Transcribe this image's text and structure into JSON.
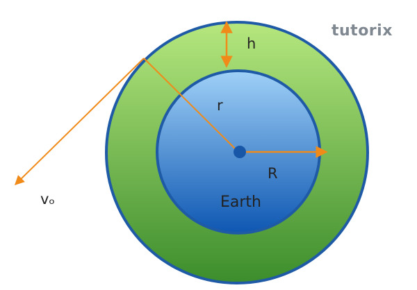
{
  "labels": {
    "height": "h",
    "orbit_radius": "r",
    "earth_radius": "R",
    "velocity": "vₒ",
    "earth": "Earth"
  },
  "brand": {
    "name": "tutorix"
  },
  "colors": {
    "outer_fill_top": "#b6e77e",
    "outer_fill_bottom": "#3c8d2c",
    "outer_stroke": "#1f5aa6",
    "earth_fill_top": "#9fd0f7",
    "earth_fill_bottom": "#0e57b2",
    "earth_stroke": "#1f5aa6",
    "arrow": "#f08a19",
    "center_dot": "#1857a8",
    "brand_text": "#7f8790"
  }
}
